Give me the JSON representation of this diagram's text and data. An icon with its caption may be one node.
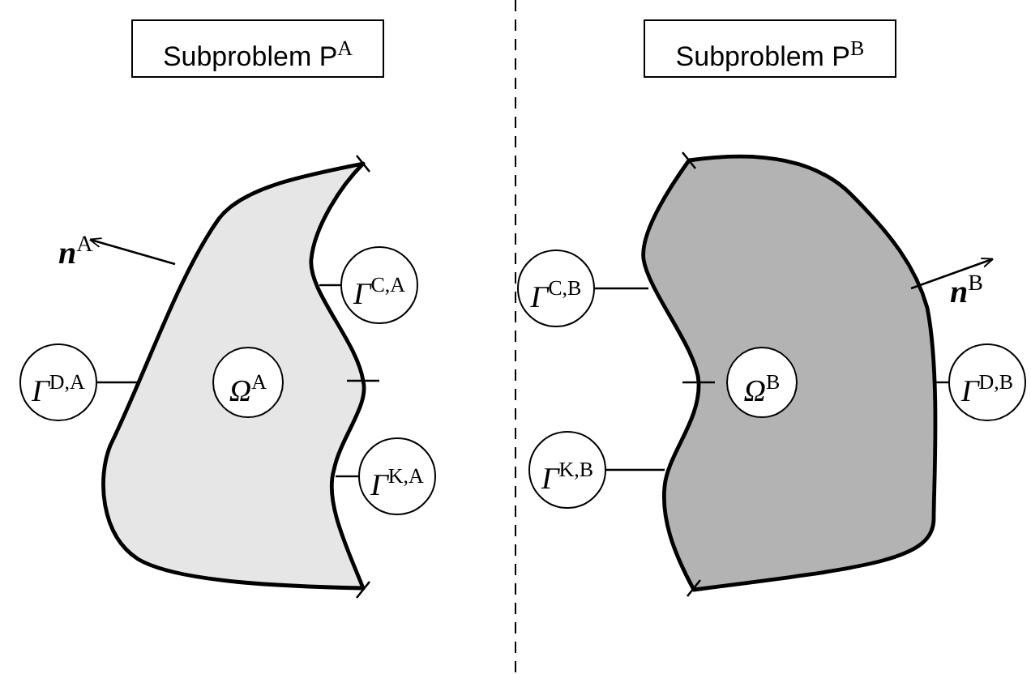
{
  "diagram": {
    "nodes": [
      {
        "text": [
          "Subproblem P$^{A}$"
        ]
      },
      {
        "text": [
          "Subproblem P$^{B}$"
        ]
      },
      {
        "text": [],
        "shape": "region"
      },
      {
        "text": [
          "*Ω*$^{A}$"
        ],
        "in": 2
      },
      {
        "text": [
          "*Γ*$^{D,A}$"
        ]
      },
      {
        "text": [
          "*Γ*$^{C,A}$"
        ]
      },
      {
        "text": [
          "*Γ*$^{K,A}$"
        ]
      },
      {
        "text": [],
        "shape": "region"
      },
      {
        "text": [
          "*Ω*$^{B}$"
        ],
        "in": 7
      },
      {
        "text": [
          "*Γ*$^{C,B}$"
        ]
      },
      {
        "text": [
          "*Γ*$^{K,B}$"
        ]
      },
      {
        "text": [
          "*Γ*$^{D,B}$"
        ]
      }
    ],
    "edges": [
      {
        "from": 4,
        "to": 2,
        "arrow": "none"
      },
      {
        "from": 5,
        "to": 2,
        "arrow": "none"
      },
      {
        "from": 6,
        "to": 2,
        "arrow": "none"
      },
      {
        "from": 9,
        "to": 7,
        "arrow": "none"
      },
      {
        "from": 10,
        "to": 7,
        "arrow": "none"
      },
      {
        "from": 11,
        "to": 7,
        "arrow": "none"
      }
    ],
    "labels": [
      "**n**$^{A}$",
      "**n**$^{B}$"
    ]
  }
}
